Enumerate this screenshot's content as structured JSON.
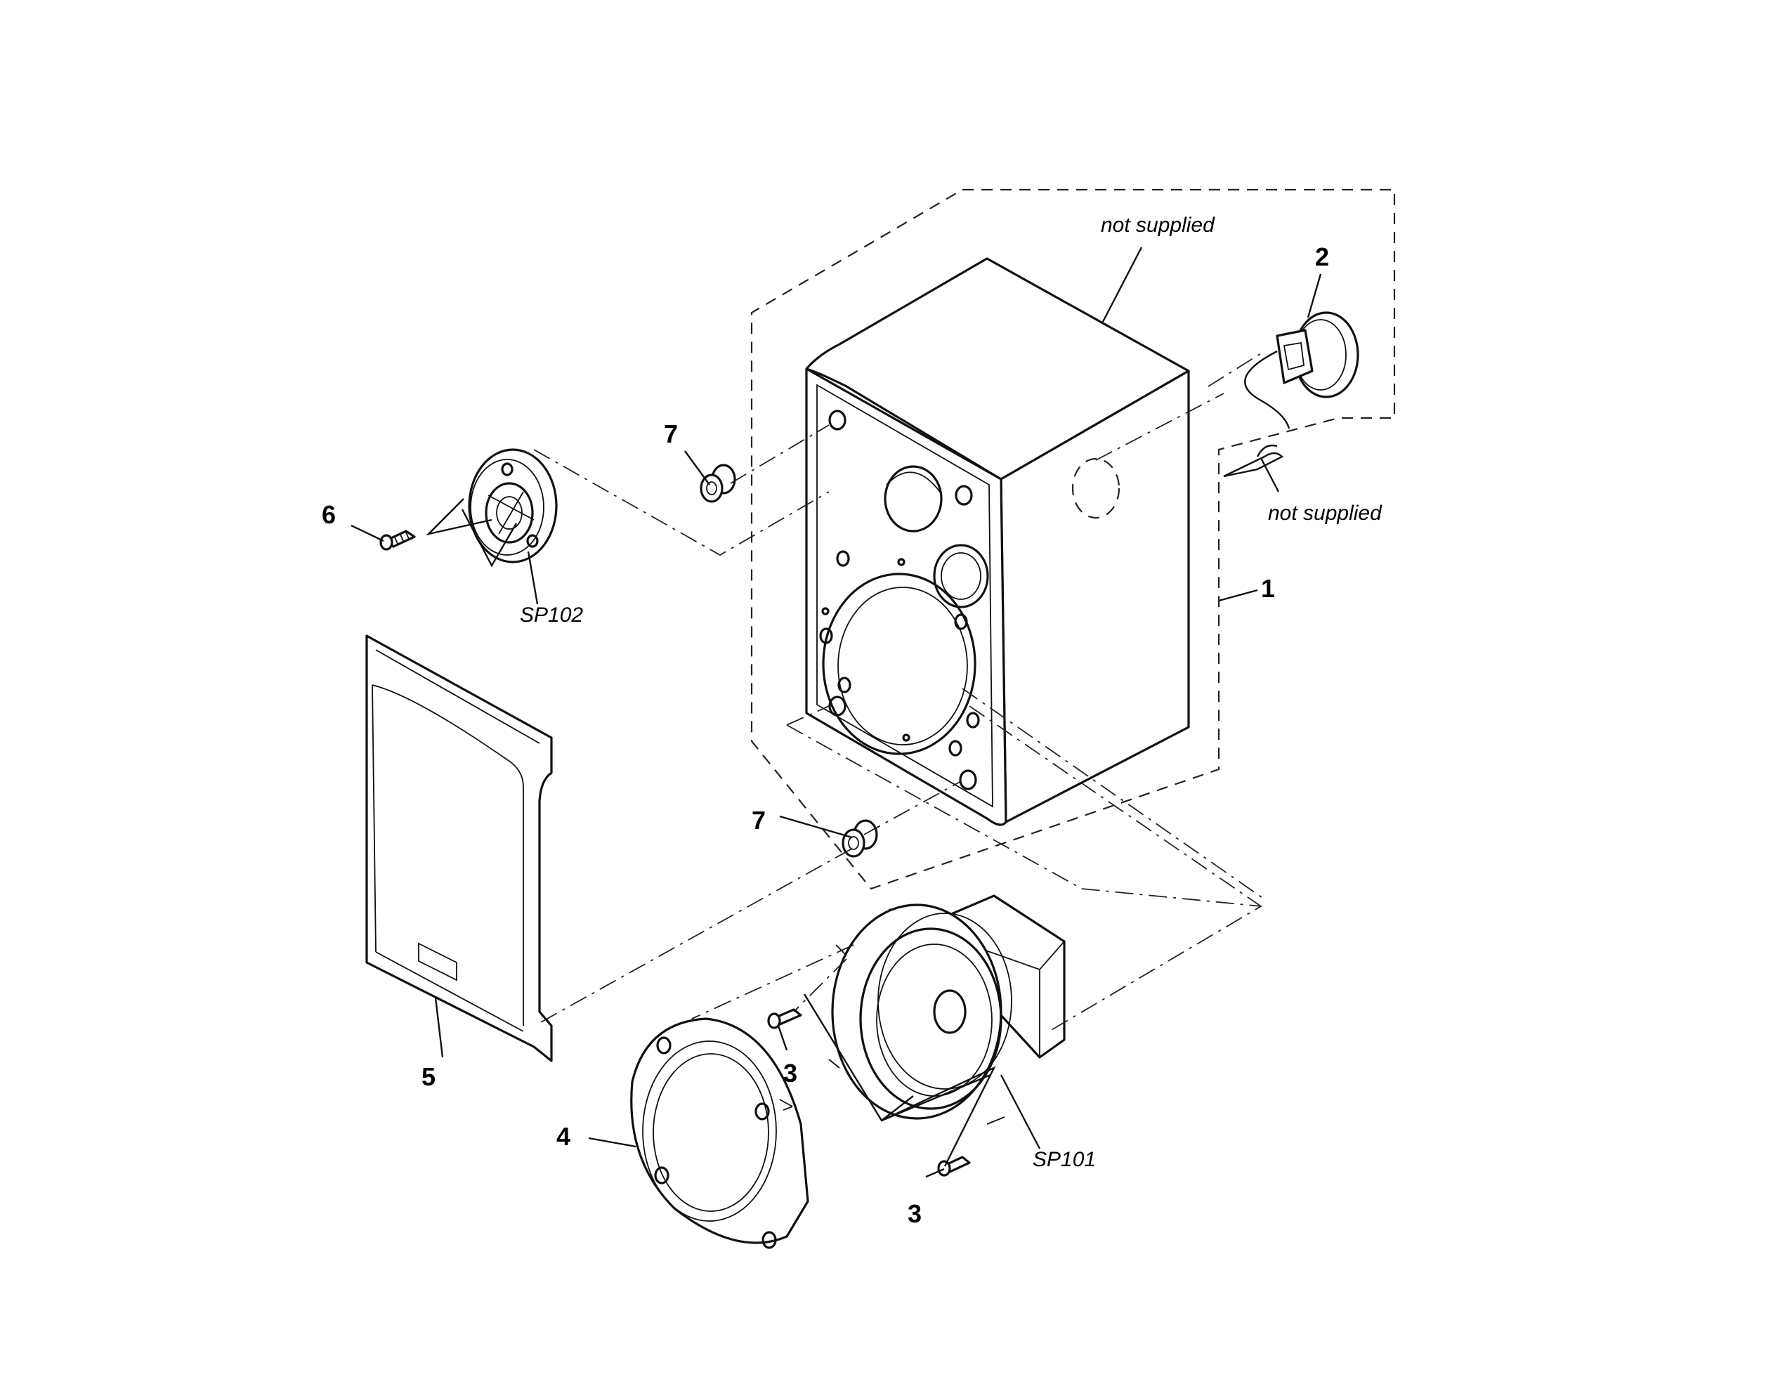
{
  "labels": {
    "part_1": "1",
    "part_2": "2",
    "part_3_upper": "3",
    "part_3_lower": "3",
    "part_4": "4",
    "part_5": "5",
    "part_6": "6",
    "part_7_upper": "7",
    "part_7_lower": "7",
    "not_supplied_top": "not supplied",
    "not_supplied_right": "not supplied",
    "tweeter_ref": "SP102",
    "woofer_ref": "SP101"
  }
}
